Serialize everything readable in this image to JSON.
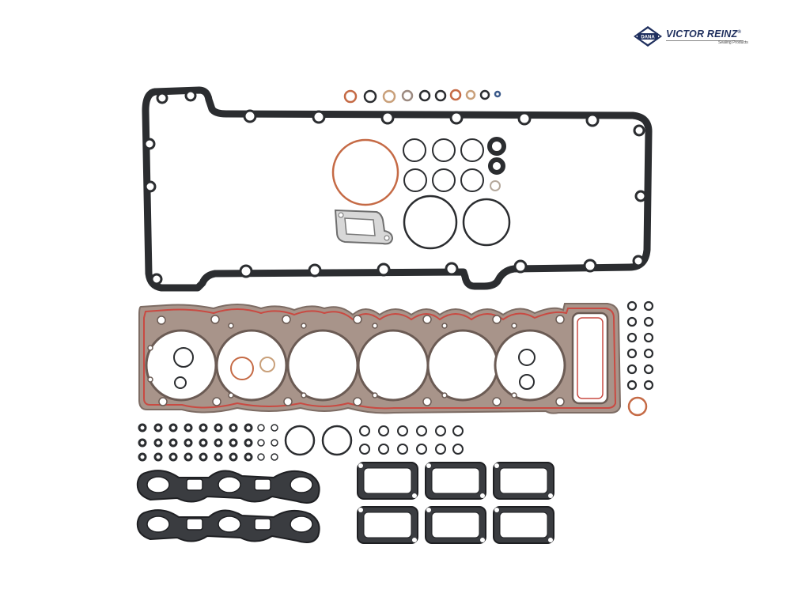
{
  "logo": {
    "badge_text": "DANA",
    "brand_text": "VICTOR REINZ",
    "registered": "®",
    "tagline": "Sealing Products"
  },
  "colors": {
    "rubber": "#2b2d30",
    "copper": "#c56a45",
    "tan_seal": "#c9a07a",
    "head_gasket_face": "#a8948a",
    "head_gasket_bead": "#c94a42",
    "steel_grey": "#d6d6d6",
    "logo_navy": "#1f2f5e"
  },
  "scene": {
    "description_icons": [
      "valve-cover-gasket-icon",
      "cylinder-head-gasket-icon",
      "exhaust-manifold-gasket-icon",
      "intake-port-gasket-icon",
      "o-ring-icon",
      "valve-stem-seal-icon",
      "thermostat-housing-gasket-icon"
    ]
  }
}
